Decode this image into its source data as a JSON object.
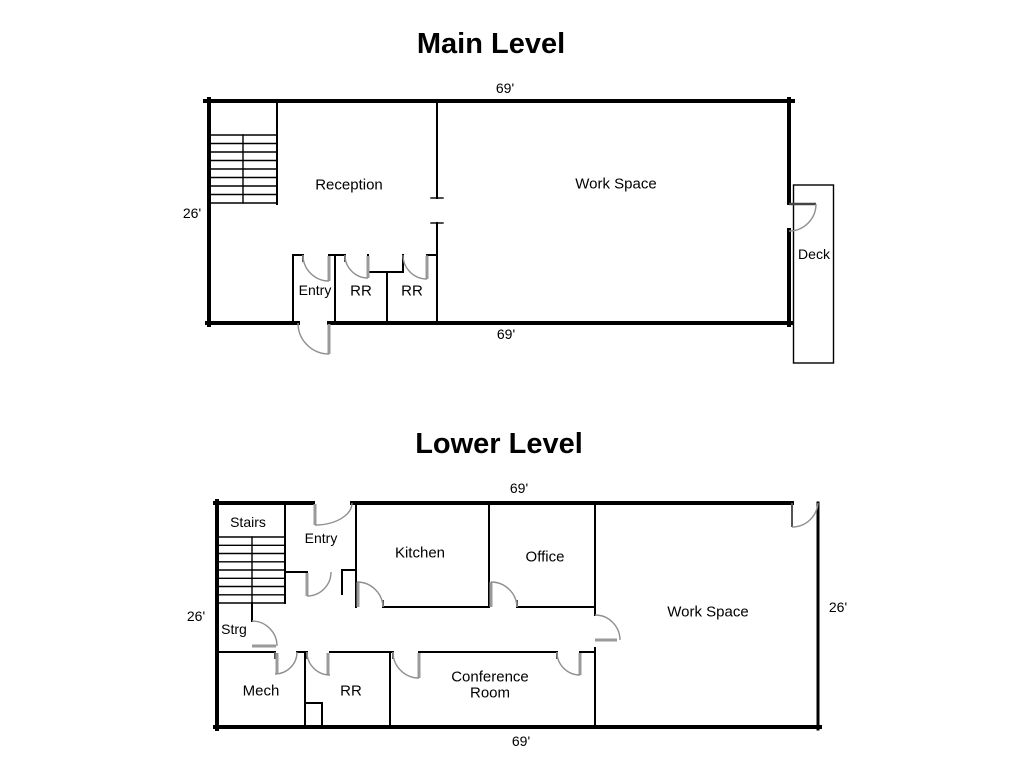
{
  "colors": {
    "background": "#ffffff",
    "wall": "#000000",
    "door_arc": "#8f8f8f",
    "door_leaf": "#9a9a9a"
  },
  "levels": [
    {
      "title": "Main Level",
      "dimensions": {
        "top": "69'",
        "bottom": "69'",
        "left": "26'"
      },
      "rooms": {
        "reception": "Reception",
        "work_space": "Work Space",
        "entry": "Entry",
        "rr_1": "RR",
        "rr_2": "RR",
        "deck": "Deck"
      }
    },
    {
      "title": "Lower Level",
      "dimensions": {
        "top": "69'",
        "bottom": "69'",
        "left": "26'",
        "right": "26'"
      },
      "rooms": {
        "stairs": "Stairs",
        "entry": "Entry",
        "kitchen": "Kitchen",
        "office": "Office",
        "work_space": "Work Space",
        "strg": "Strg",
        "mech": "Mech",
        "rr": "RR",
        "conference_room_line1": "Conference",
        "conference_room_line2": "Room"
      }
    }
  ]
}
